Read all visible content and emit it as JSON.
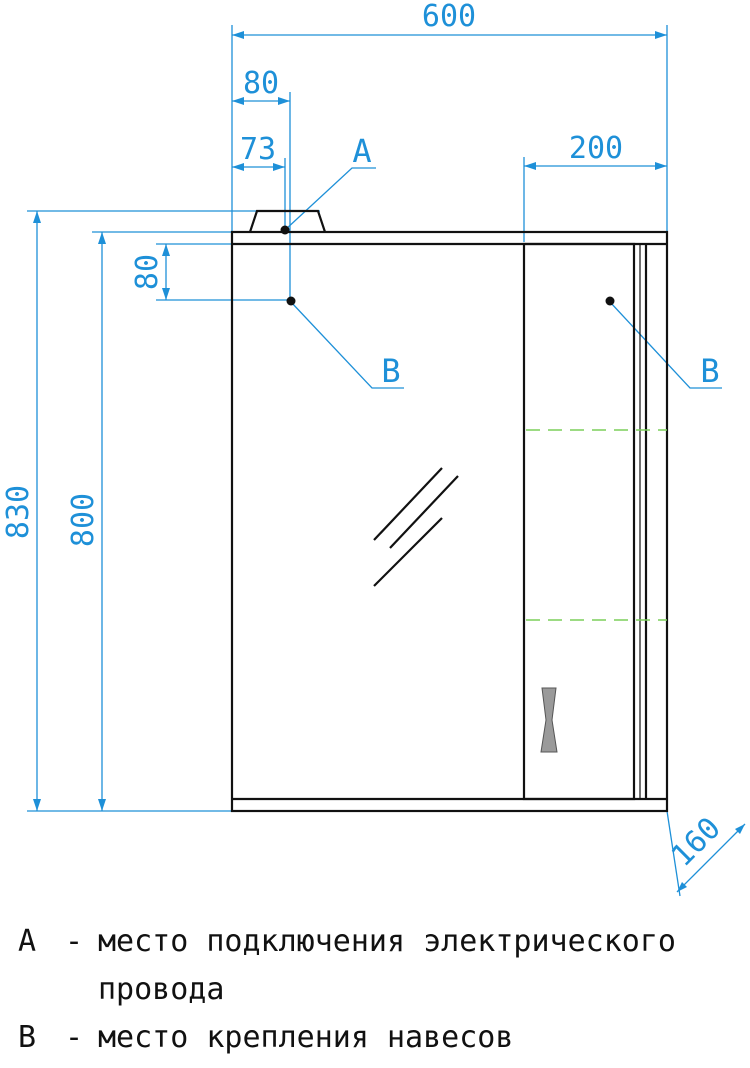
{
  "dimensions": {
    "total_width": "600",
    "a_offset": "80",
    "b_offset": "73",
    "side_width": "200",
    "b_vertical": "80",
    "total_height": "830",
    "body_height": "800",
    "depth": "160"
  },
  "markers": {
    "a": "A",
    "b_left": "B",
    "b_right": "B"
  },
  "legend": [
    {
      "key": "A",
      "dash": "-",
      "text": "место подключения электрического",
      "continuation": "провода"
    },
    {
      "key": "B",
      "dash": "-",
      "text": "место крепления навесов"
    }
  ],
  "colors": {
    "dimension": "#1e90d8",
    "outline": "#111111",
    "shelf": "#7ccf5a",
    "handle": "#9a9a9a"
  }
}
